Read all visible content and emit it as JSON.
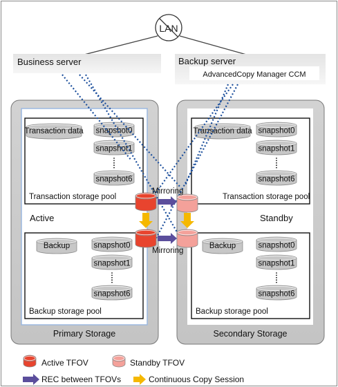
{
  "network": {
    "lan_label": "LAN"
  },
  "servers": {
    "business": {
      "label": "Business server"
    },
    "backup": {
      "label": "Backup server",
      "software_label": "AdvancedCopy Manager CCM"
    }
  },
  "primary": {
    "title": "Primary Storage",
    "status": "Active",
    "transaction_pool": {
      "label": "Transaction storage pool",
      "data_label": "Transaction data",
      "snapshots": [
        "snapshot0",
        "snapshot1",
        "snapshot6"
      ]
    },
    "backup_pool": {
      "label": "Backup storage pool",
      "data_label": "Backup",
      "snapshots": [
        "snapshot0",
        "snapshot1",
        "snapshot6"
      ]
    }
  },
  "secondary": {
    "title": "Secondary Storage",
    "status": "Standby",
    "transaction_pool": {
      "label": "Transaction storage pool",
      "data_label": "Transaction data",
      "snapshots": [
        "snapshot0",
        "snapshot1",
        "snapshot6"
      ]
    },
    "backup_pool": {
      "label": "Backup storage pool",
      "data_label": "Backup",
      "snapshots": [
        "snapshot0",
        "snapshot1",
        "snapshot6"
      ]
    }
  },
  "mirroring": {
    "top_label": "Mirroring",
    "bottom_label": "Mirroring"
  },
  "legend": {
    "active_tfov": "Active TFOV",
    "standby_tfov": "Standby TFOV",
    "rec": "REC between TFOVs",
    "copy_session": "Continuous Copy Session"
  },
  "colors": {
    "active": "#e8442e",
    "standby": "#f4a19a",
    "rec_arrow": "#5b4e9c",
    "copy_arrow": "#f5b800",
    "volume": "#c7c7c7",
    "link": "#1c4f9c"
  }
}
